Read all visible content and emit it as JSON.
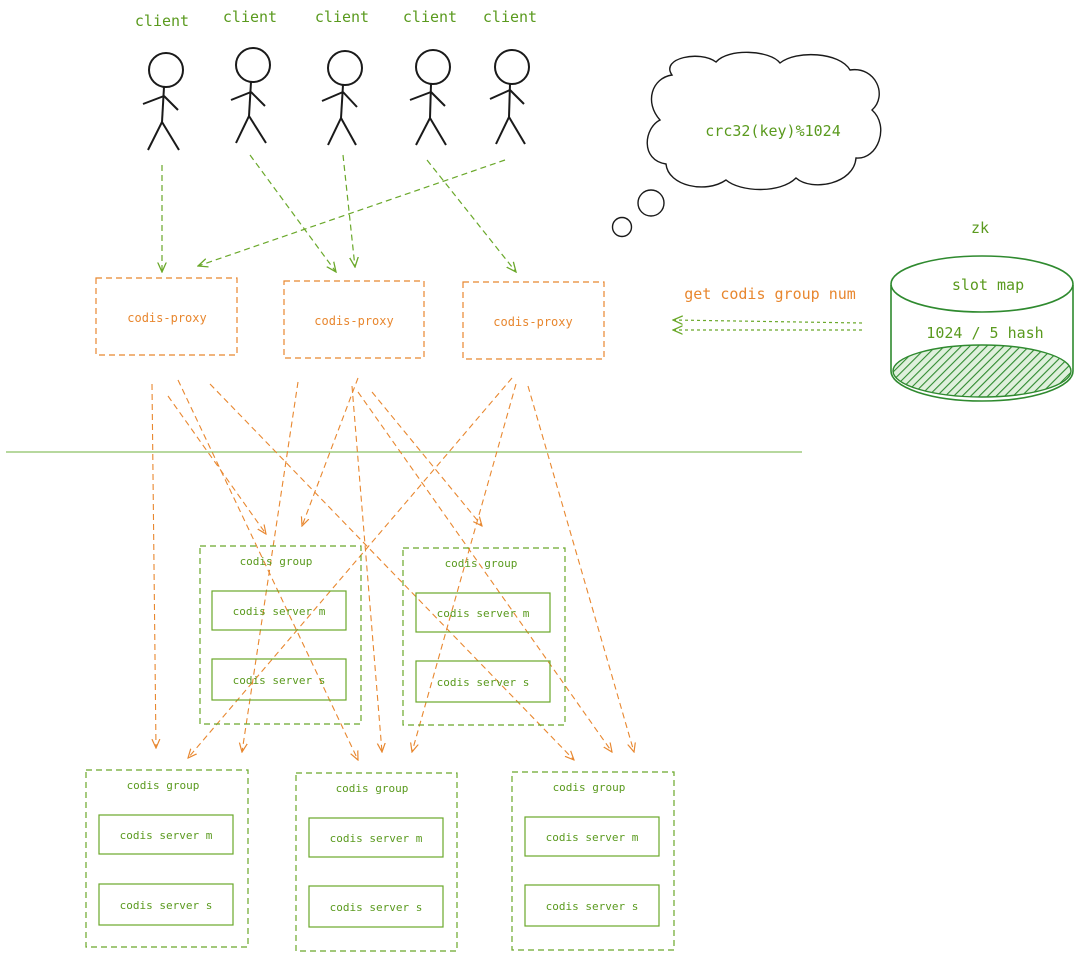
{
  "colors": {
    "green": "#5a9a1e",
    "orange": "#e8872f",
    "stroke": "#1a1a1a",
    "hatch": "#2f8a2f"
  },
  "clients": [
    {
      "label": "client"
    },
    {
      "label": "client"
    },
    {
      "label": "client"
    },
    {
      "label": "client"
    },
    {
      "label": "client"
    }
  ],
  "thought_bubble": {
    "text": "crc32(key)%1024"
  },
  "zk": {
    "title": "zk",
    "top_text": "slot map",
    "bottom_text": "1024 / 5 hash"
  },
  "zk_arrow_label": "get codis group num",
  "proxies": [
    {
      "label": "codis-proxy"
    },
    {
      "label": "codis-proxy"
    },
    {
      "label": "codis-proxy"
    }
  ],
  "groups": [
    {
      "title": "codis group",
      "master": "codis server m",
      "slave": "codis server s"
    },
    {
      "title": "codis group",
      "master": "codis server m",
      "slave": "codis server s"
    },
    {
      "title": "codis group",
      "master": "codis server m",
      "slave": "codis server s"
    },
    {
      "title": "codis group",
      "master": "codis server m",
      "slave": "codis server s"
    },
    {
      "title": "codis group",
      "master": "codis server m",
      "slave": "codis server s"
    }
  ]
}
